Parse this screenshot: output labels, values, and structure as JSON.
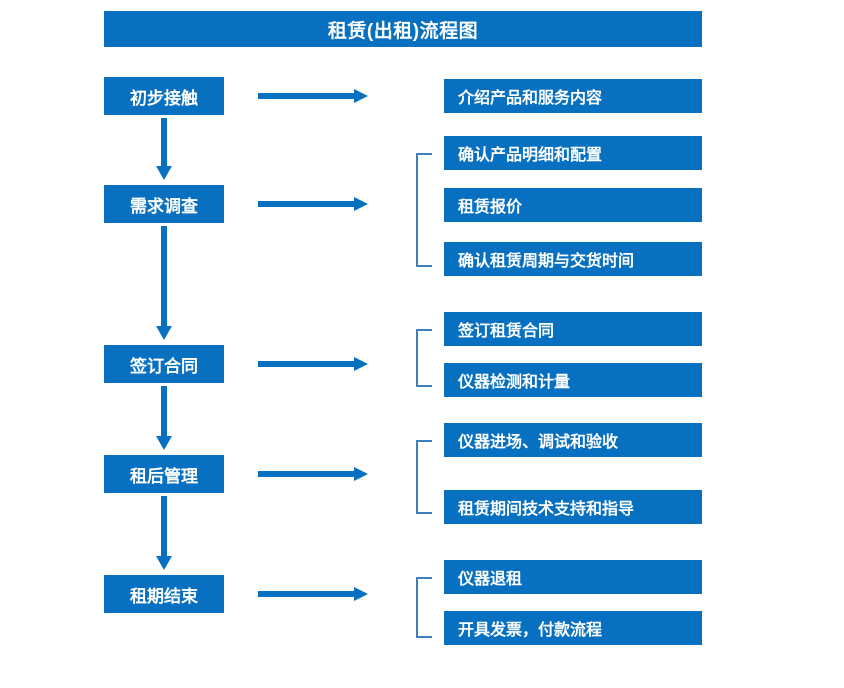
{
  "chart_data": {
    "type": "diagram",
    "title": "租赁(出租)流程图",
    "diagram_kind": "flowchart",
    "orientation": "vertical-with-right-branches",
    "accent_color": "#0770c0",
    "bracket_color": "#3f7fbf",
    "text_color": "#ffffff",
    "background": "#ffffff",
    "stages": [
      {
        "step": "初步接触",
        "details": [
          "介绍产品和服务内容"
        ]
      },
      {
        "step": "需求调查",
        "details": [
          "确认产品明细和配置",
          "租赁报价",
          "确认租赁周期与交货时间"
        ]
      },
      {
        "step": "签订合同",
        "details": [
          "签订租赁合同",
          "仪器检测和计量"
        ]
      },
      {
        "step": "租后管理",
        "details": [
          "仪器进场、调试和验收",
          "租赁期间技术支持和指导"
        ]
      },
      {
        "step": "租期结束",
        "details": [
          "仪器退租",
          "开具发票，付款流程"
        ]
      }
    ]
  },
  "header": {
    "title": "租赁(出租)流程图"
  },
  "steps": [
    {
      "label": "初步接触"
    },
    {
      "label": "需求调查"
    },
    {
      "label": "签订合同"
    },
    {
      "label": "租后管理"
    },
    {
      "label": "租期结束"
    }
  ],
  "details": {
    "g1": [
      {
        "label": "介绍产品和服务内容"
      }
    ],
    "g2": [
      {
        "label": "确认产品明细和配置"
      },
      {
        "label": "租赁报价"
      },
      {
        "label": "确认租赁周期与交货时间"
      }
    ],
    "g3": [
      {
        "label": "签订租赁合同"
      },
      {
        "label": "仪器检测和计量"
      }
    ],
    "g4": [
      {
        "label": "仪器进场、调试和验收"
      },
      {
        "label": "租赁期间技术支持和指导"
      }
    ],
    "g5": [
      {
        "label": "仪器退租"
      },
      {
        "label": "开具发票，付款流程"
      }
    ]
  }
}
